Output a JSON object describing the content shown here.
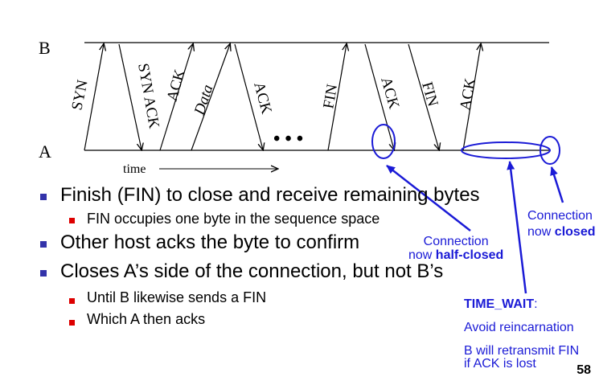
{
  "diagram": {
    "host_b": "B",
    "host_a": "A",
    "time_label": "time",
    "ellipsis": "• • •",
    "segments": [
      "SYN",
      "SYN ACK",
      "ACK",
      "Data",
      "ACK",
      "FIN",
      "ACK",
      "FIN",
      "ACK"
    ]
  },
  "bullets": [
    {
      "text": "Finish (FIN) to close and receive remaining bytes",
      "sub": [
        "FIN occupies one byte in the sequence space"
      ]
    },
    {
      "text": "Other host acks the byte to confirm",
      "sub": []
    },
    {
      "text": "Closes A’s side of the connection, but not B’s",
      "sub": [
        "Until B likewise sends a FIN",
        "Which A then acks"
      ]
    }
  ],
  "annotations": {
    "half_closed": {
      "line1": "Connection",
      "line2_prefix": "now ",
      "line2_bold": "half-closed"
    },
    "closed": {
      "line1": "Connection",
      "line2_prefix": "now ",
      "line2_bold": "closed"
    },
    "time_wait": {
      "title": "TIME_WAIT",
      "colon": ":",
      "line1": "Avoid reincarnation",
      "line2": "B will retransmit FIN",
      "line3": "if ACK is lost"
    }
  },
  "page_number": "58",
  "colors": {
    "annotation": "#1a1ad6",
    "bullet_main": "#3333aa",
    "bullet_sub": "#dd0000"
  }
}
